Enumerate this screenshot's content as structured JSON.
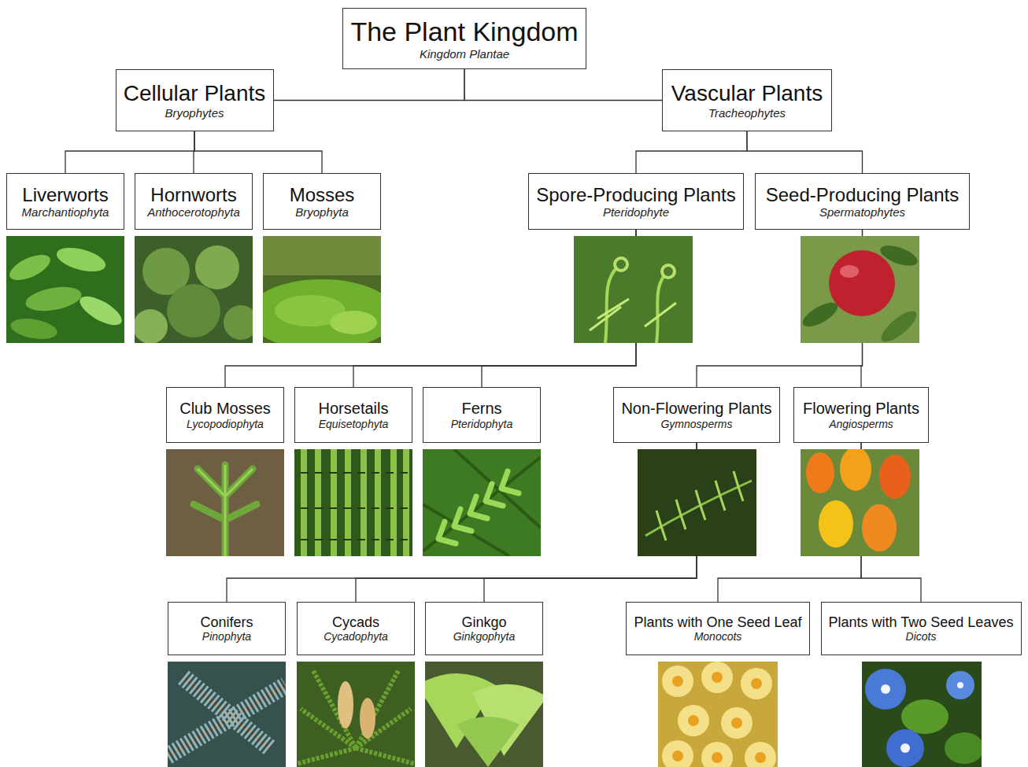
{
  "diagram": {
    "nodes": [
      {
        "text": [
          "The Plant Kingdom",
          "Kingdom Plantae"
        ]
      },
      {
        "text": [
          "Cellular Plants",
          "Bryophytes"
        ]
      },
      {
        "text": [
          "Vascular Plants",
          "Tracheophytes"
        ]
      },
      {
        "text": [
          "Liverworts",
          "Marchantiophyta"
        ]
      },
      {
        "text": [
          "Hornworts",
          "Anthocerotophyta"
        ]
      },
      {
        "text": [
          "Mosses",
          "Bryophyta"
        ]
      },
      {
        "text": [
          "Spore-Producing Plants",
          "Pteridophyte"
        ]
      },
      {
        "text": [
          "Seed-Producing Plants",
          "Spermatophytes"
        ]
      },
      {
        "text": [
          "Club Mosses",
          "Lycopodiophyta"
        ]
      },
      {
        "text": [
          "Horsetails",
          "Equisetophyta"
        ]
      },
      {
        "text": [
          "Ferns",
          "Pteridophyta"
        ]
      },
      {
        "text": [
          "Non-Flowering Plants",
          "Gymnosperms"
        ]
      },
      {
        "text": [
          "Flowering Plants",
          "Angiosperms"
        ]
      },
      {
        "text": [
          "Conifers",
          "Pinophyta"
        ]
      },
      {
        "text": [
          "Cycads",
          "Cycadophyta"
        ]
      },
      {
        "text": [
          "Ginkgo",
          "Ginkgophyta"
        ]
      },
      {
        "text": [
          "Plants with One Seed Leaf",
          "Monocots"
        ]
      },
      {
        "text": [
          "Plants with Two Seed Leaves",
          "Dicots"
        ]
      }
    ],
    "edges": [
      {
        "from": 0,
        "to": 1,
        "arrow": "none"
      },
      {
        "from": 0,
        "to": 2,
        "arrow": "none"
      },
      {
        "from": 1,
        "to": 3,
        "arrow": "none"
      },
      {
        "from": 1,
        "to": 4,
        "arrow": "none"
      },
      {
        "from": 1,
        "to": 5,
        "arrow": "none"
      },
      {
        "from": 2,
        "to": 6,
        "arrow": "none"
      },
      {
        "from": 2,
        "to": 7,
        "arrow": "none"
      },
      {
        "from": 6,
        "to": 8,
        "arrow": "none"
      },
      {
        "from": 6,
        "to": 9,
        "arrow": "none"
      },
      {
        "from": 6,
        "to": 10,
        "arrow": "none"
      },
      {
        "from": 7,
        "to": 11,
        "arrow": "none"
      },
      {
        "from": 7,
        "to": 12,
        "arrow": "none"
      },
      {
        "from": 11,
        "to": 13,
        "arrow": "none"
      },
      {
        "from": 11,
        "to": 14,
        "arrow": "none"
      },
      {
        "from": 11,
        "to": 15,
        "arrow": "none"
      },
      {
        "from": 12,
        "to": 16,
        "arrow": "none"
      },
      {
        "from": 12,
        "to": 17,
        "arrow": "none"
      }
    ]
  }
}
